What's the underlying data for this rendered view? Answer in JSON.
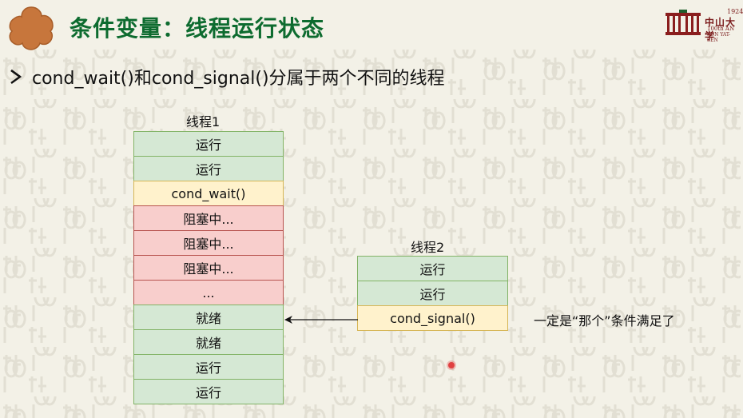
{
  "title": "条件变量：线程运行状态",
  "university": {
    "year": "1924",
    "name": "中山大学",
    "anniversary": "100th AN",
    "english": "SUN YAT-SEN"
  },
  "bullet": "cond_wait()和cond_signal()分属于两个不同的线程",
  "thread1": {
    "label": "线程1",
    "cells": [
      {
        "text": "运行",
        "color": "green"
      },
      {
        "text": "运行",
        "color": "green"
      },
      {
        "text": "cond_wait()",
        "color": "yellow"
      },
      {
        "text": "阻塞中...",
        "color": "red"
      },
      {
        "text": "阻塞中...",
        "color": "red"
      },
      {
        "text": "阻塞中...",
        "color": "red"
      },
      {
        "text": "...",
        "color": "red"
      },
      {
        "text": "就绪",
        "color": "green"
      },
      {
        "text": "就绪",
        "color": "green"
      },
      {
        "text": "运行",
        "color": "green"
      },
      {
        "text": "运行",
        "color": "green"
      }
    ]
  },
  "thread2": {
    "label": "线程2",
    "cells": [
      {
        "text": "运行",
        "color": "green"
      },
      {
        "text": "运行",
        "color": "green"
      },
      {
        "text": "cond_signal()",
        "color": "yellow"
      }
    ]
  },
  "annotation": "一定是“那个”条件满足了",
  "colors": {
    "title": "#0d6b2f",
    "green_fill": "#d5e8d4",
    "yellow_fill": "#fff2cc",
    "red_fill": "#f8cecc"
  }
}
